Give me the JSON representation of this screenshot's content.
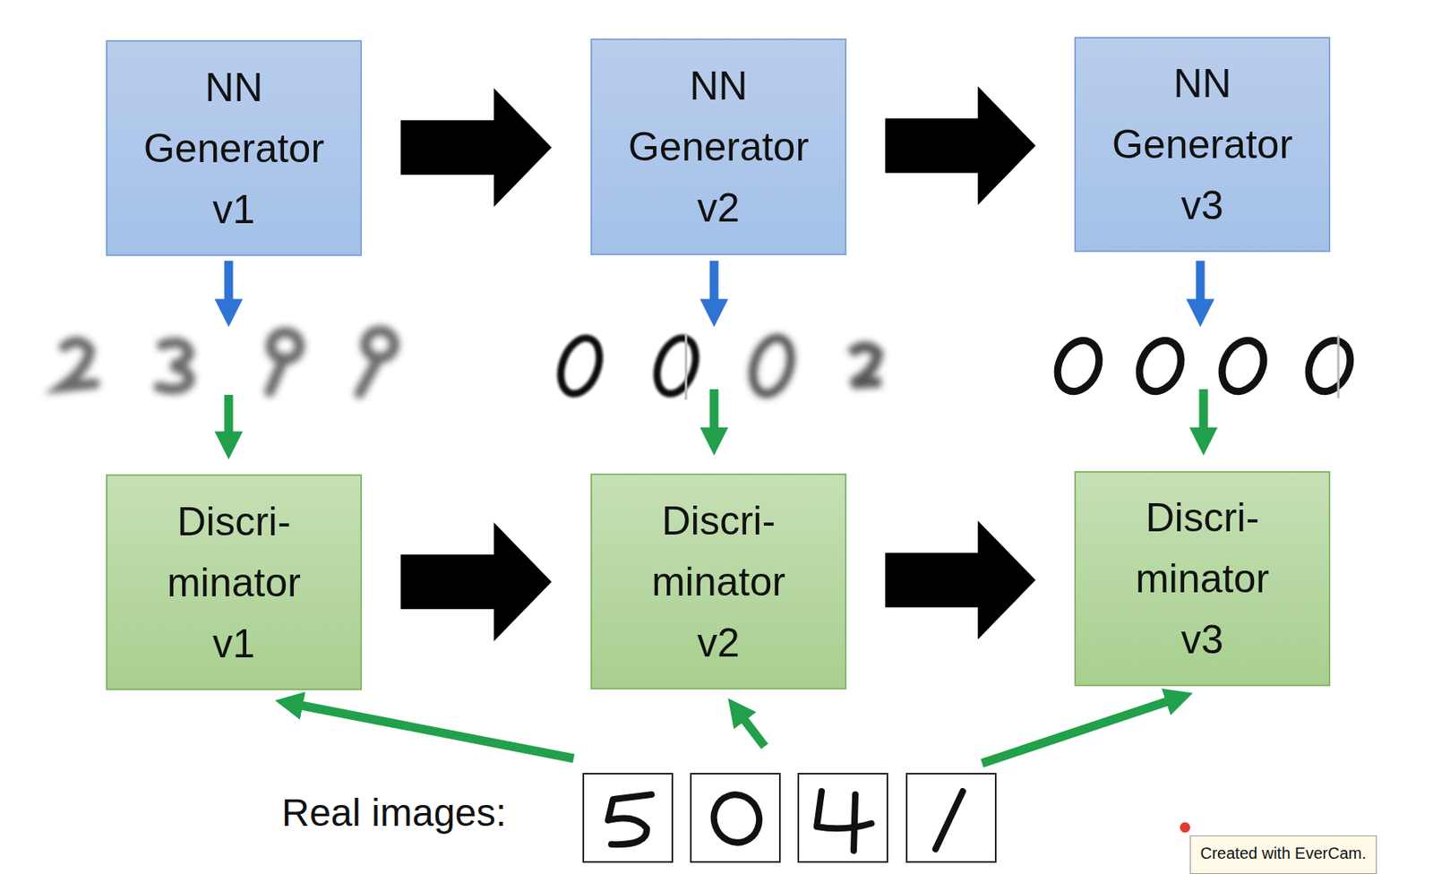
{
  "diagram": {
    "nodes": [
      {
        "text": [
          "NN Generator v1"
        ]
      },
      {
        "text": [
          "NN Generator v2"
        ]
      },
      {
        "text": [
          "NN Generator v3"
        ]
      },
      {
        "text": [
          "Discri- minator v1"
        ]
      },
      {
        "text": [
          "Discri- minator v2"
        ]
      },
      {
        "text": [
          "Discri- minator v3"
        ]
      }
    ],
    "edges": [
      {
        "from": 0,
        "to": 1,
        "arrow": "to"
      },
      {
        "from": 1,
        "to": 2,
        "arrow": "to"
      },
      {
        "from": 3,
        "to": 4,
        "arrow": "to"
      },
      {
        "from": 4,
        "to": 5,
        "arrow": "to"
      }
    ],
    "labels": [
      "Real images:",
      "Created with EverCam."
    ]
  }
}
